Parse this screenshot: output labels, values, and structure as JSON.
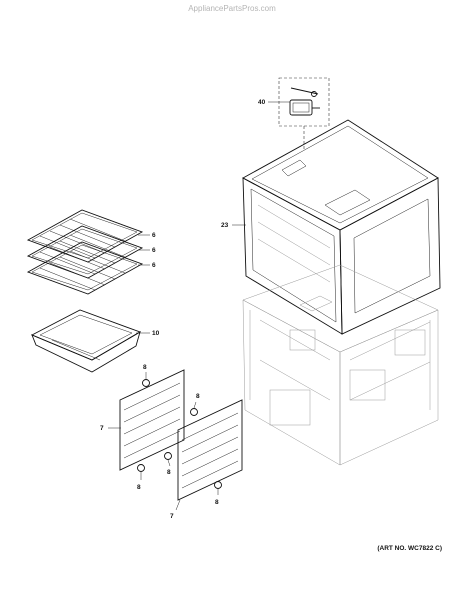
{
  "watermark": "AppliancePartsPros.com",
  "art_number": "(ART NO. WC7822 C)",
  "callouts": {
    "thermostat": "40",
    "oven_cavity": "23",
    "rack_top": "6",
    "rack_middle": "6",
    "rack_bottom": "6",
    "broiler_pan": "10",
    "screw_left_top": "8",
    "rack_support_left": "7",
    "screw_left_bottom": "8",
    "screw_right_top": "8",
    "screw_right_bottom_a": "8",
    "screw_right_bottom_b": "8",
    "rack_support_right": "7"
  }
}
